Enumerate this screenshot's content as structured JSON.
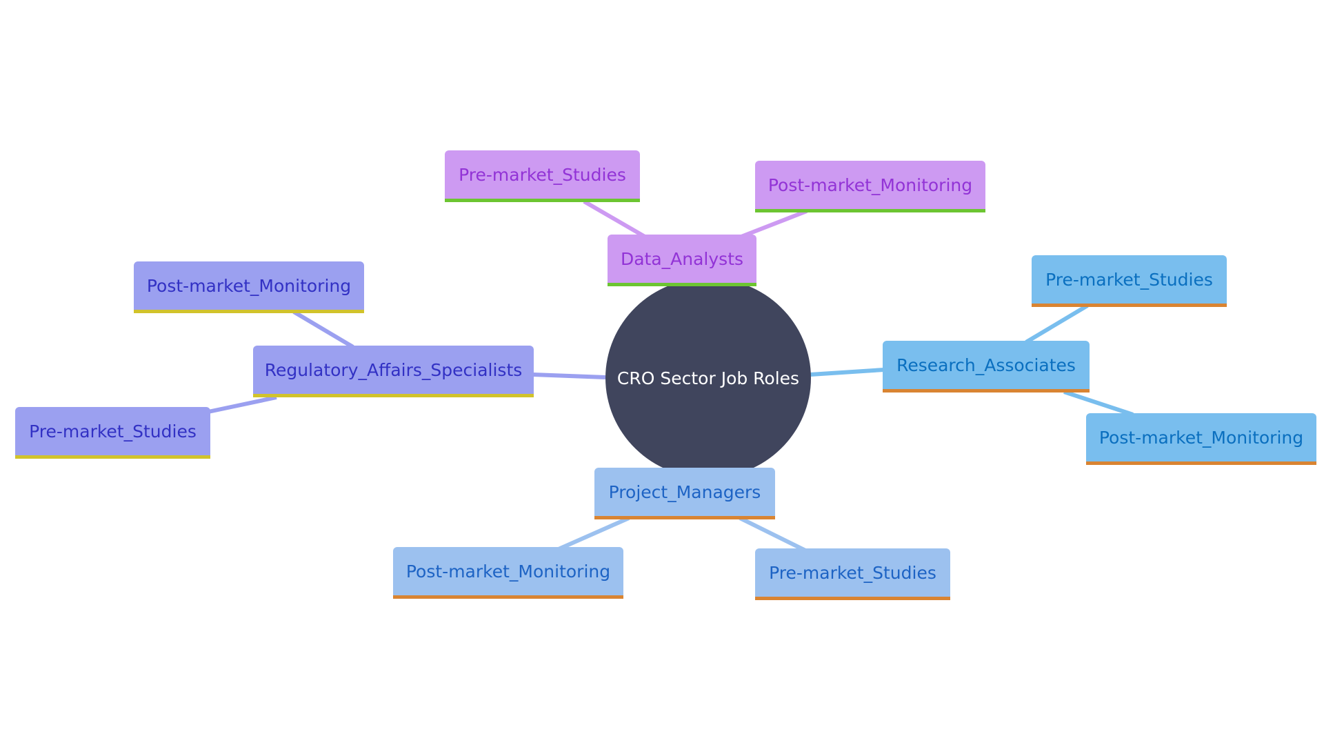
{
  "root": {
    "label": "CRO Sector Job Roles",
    "color": "#40455d"
  },
  "groups": [
    {
      "id": "data-analysts",
      "label": "Data_Analysts",
      "fill": "#cd9af2",
      "text_color": "#9233d6",
      "underline": "#6cc531",
      "children": [
        "Pre-market_Studies",
        "Post-market_Monitoring"
      ]
    },
    {
      "id": "research-associates",
      "label": "Research_Associates",
      "fill": "#79beee",
      "text_color": "#0a6fbf",
      "underline": "#d98432",
      "children": [
        "Pre-market_Studies",
        "Post-market_Monitoring"
      ]
    },
    {
      "id": "project-managers",
      "label": "Project_Managers",
      "fill": "#9cc1ef",
      "text_color": "#1d63c4",
      "underline": "#d98432",
      "children": [
        "Post-market_Monitoring",
        "Pre-market_Studies"
      ]
    },
    {
      "id": "regulatory-affairs-specialists",
      "label": "Regulatory_Affairs_Specialists",
      "fill": "#9ba0f0",
      "text_color": "#3231c4",
      "underline": "#d1c32b",
      "children": [
        "Post-market_Monitoring",
        "Pre-market_Studies"
      ]
    }
  ]
}
